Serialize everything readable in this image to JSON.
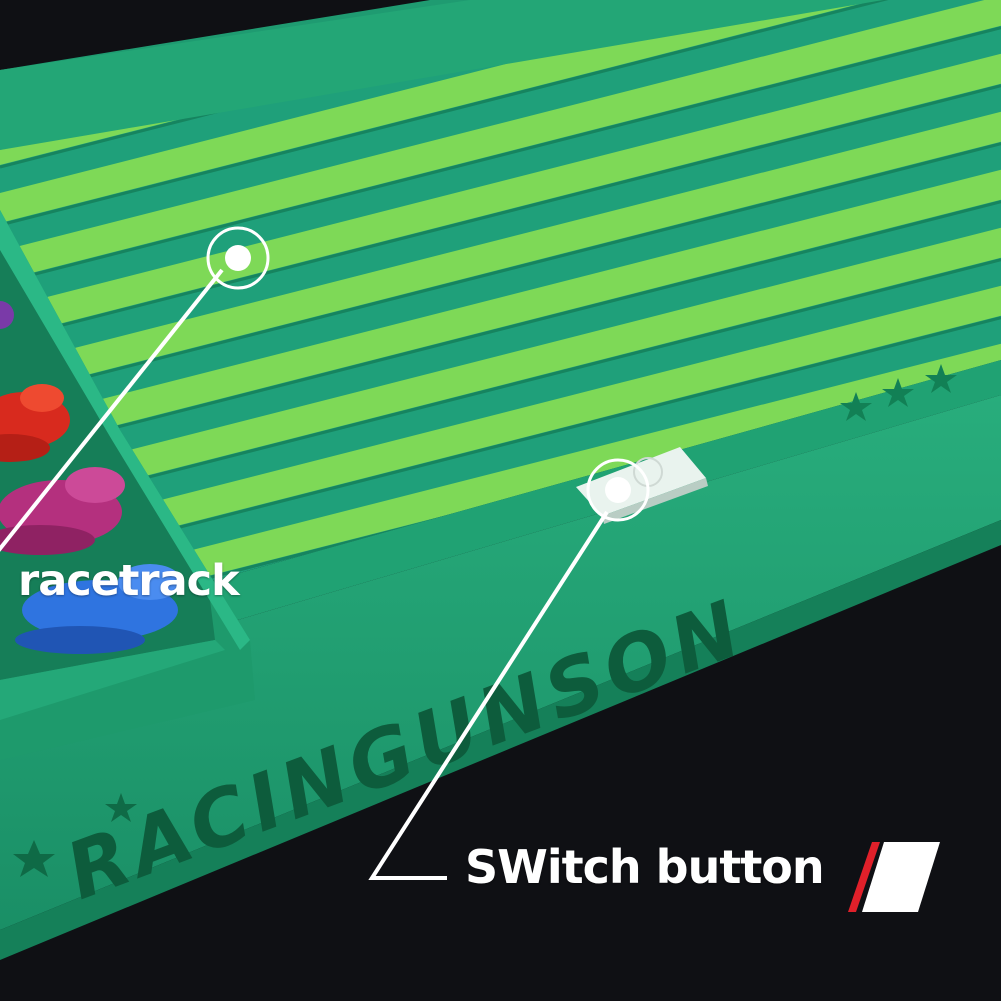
{
  "callouts": {
    "racetrack": {
      "label": "racetrack"
    },
    "switch_button": {
      "label": "SWitch button"
    }
  },
  "brand_text": "RACINGUNSON",
  "colors": {
    "track_body": "#22a878",
    "lane_light": "#7ed957",
    "lane_dark": "#1fa07a",
    "background": "#0f1014",
    "accent_red": "#e0202a",
    "callout_line": "#ffffff"
  },
  "racers": [
    {
      "color": "#d82a1e",
      "name": "red-racer"
    },
    {
      "color": "#b4307e",
      "name": "magenta-racer"
    },
    {
      "color": "#2f74e0",
      "name": "blue-racer"
    }
  ]
}
